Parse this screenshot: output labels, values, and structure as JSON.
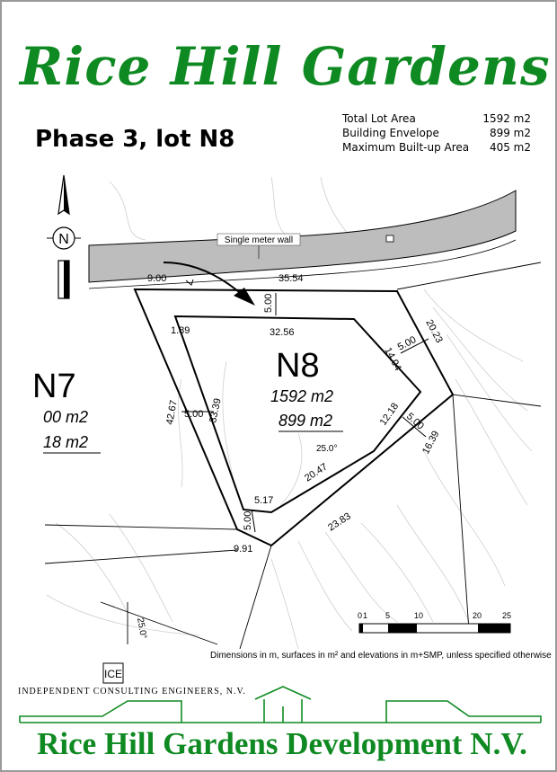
{
  "header": {
    "brand": "Rice Hill Gardens",
    "lot_title": "Phase 3, lot N8"
  },
  "stats": [
    {
      "label": "Total Lot Area",
      "value": "1592 m2"
    },
    {
      "label": "Building Envelope",
      "value": "899 m2"
    },
    {
      "label": "Maximum Built-up Area",
      "value": "405 m2"
    }
  ],
  "plan": {
    "wall_label": "Single meter wall",
    "north_symbol": "N",
    "lot": {
      "name": "N8",
      "total_area": "1592 m2",
      "envelope_area": "899 m2",
      "slope": "25.0°"
    },
    "neighbor": {
      "name": "N7",
      "total_area": "00 m2",
      "envelope_area": "18 m2"
    },
    "side_slope": "25.0°",
    "dimensions": {
      "top_left_segment": "9.00",
      "top_edge": "35.54",
      "left_edge": "42.67",
      "right_upper_edge": "20.23",
      "right_lower_edge": "16.39",
      "bottom_edge": "23.83",
      "bottom_left_edge": "9.91",
      "setback_top": "5.00",
      "setback_left": "5.00",
      "setback_right_upper": "5.00",
      "setback_right_lower": "5.00",
      "setback_bottom": "5.00",
      "envelope_top": "32.56",
      "envelope_top_left": "1.89",
      "envelope_left": "33.39",
      "envelope_right_upper": "14.04",
      "envelope_right_lower": "12.18",
      "envelope_bottom": "20.47",
      "envelope_bottom_left": "5.17"
    },
    "scale_ticks": [
      "0",
      "1",
      "5",
      "10",
      "20",
      "25"
    ]
  },
  "footer": {
    "note": "Dimensions in m, surfaces in m² and elevations in m+SMP, unless specified otherwise",
    "engineer_logo_text": "ICE",
    "engineer": "INDEPENDENT CONSULTING ENGINEERS, N.V.",
    "company": "Rice Hill Gardens Development N.V."
  },
  "colors": {
    "brand_green": "#0f8a22",
    "wall_fill": "#bdbdbd",
    "contour": "#c8c8c8"
  }
}
